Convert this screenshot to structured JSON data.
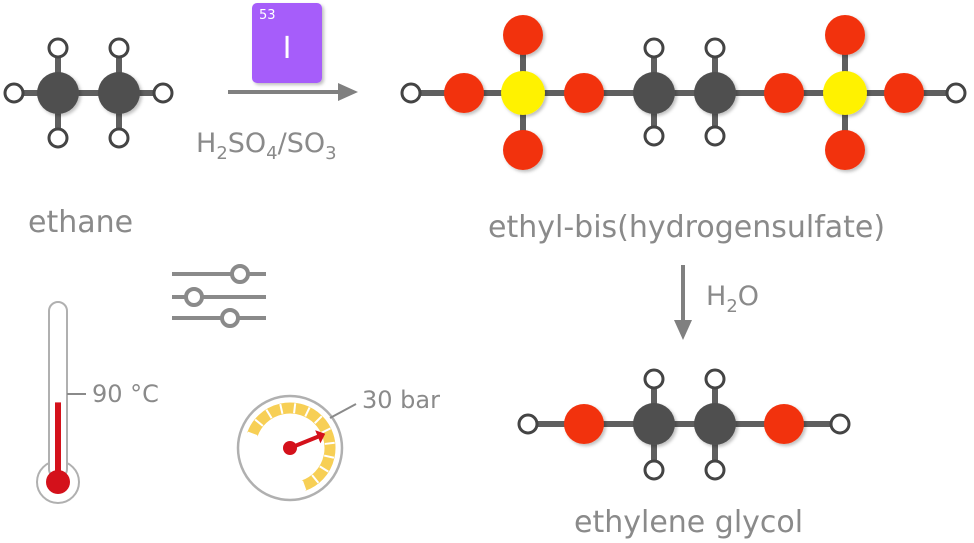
{
  "colors": {
    "carbon": "#505050",
    "oxygen": "#f2330d",
    "sulfur": "#fff200",
    "hydrogen": "#ffffff",
    "element_tile": "#a65dfa",
    "thermometer_red": "#d4111b",
    "gauge_dial": "#f7cf55",
    "text_gray": "#8a8a8a"
  },
  "reactant": {
    "name": "ethane"
  },
  "catalyst_tile": {
    "atomic_number": "53",
    "symbol": "I"
  },
  "reagent_step1": {
    "base1": "H",
    "sub1": "2",
    "base2": "SO",
    "sub2": "4",
    "base3": "/SO",
    "sub3": "3"
  },
  "intermediate": {
    "name": "ethyl-bis(hydrogensulfate)"
  },
  "reagent_step2": {
    "base1": "H",
    "sub1": "2",
    "base2": "O"
  },
  "product": {
    "name": "ethylene glycol"
  },
  "conditions": {
    "temperature": "90 °C",
    "pressure": "30 bar",
    "temperature_fill_fraction": 0.45,
    "pressure_needle_fraction": 0.6
  },
  "icons": [
    "sliders-icon",
    "thermometer-icon",
    "pressure-gauge-icon",
    "reaction-arrow-icon"
  ]
}
